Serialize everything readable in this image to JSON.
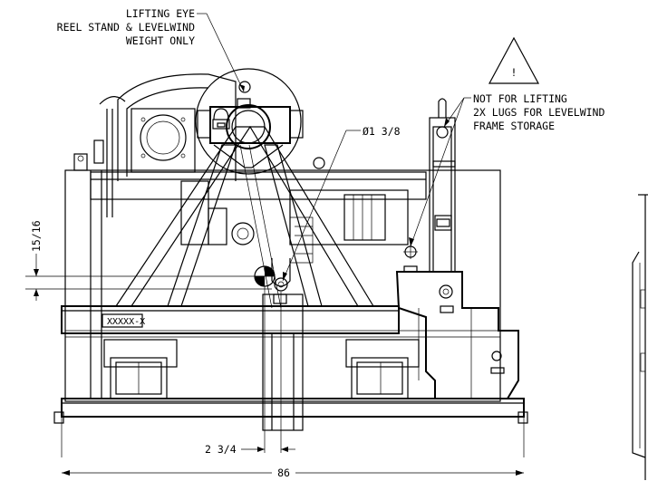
{
  "notes": {
    "lifting_eye": [
      "LIFTING EYE",
      "REEL STAND & LEVELWIND",
      "WEIGHT ONLY"
    ],
    "not_for_lifting": [
      "NOT FOR LIFTING",
      "2X LUGS FOR LEVELWIND",
      "FRAME STORAGE"
    ],
    "warning_symbol": "!"
  },
  "dimensions": {
    "diameter": "Ø1 3/8",
    "vertical_offset": "15/16",
    "horizontal_offset": "2 3/4",
    "overall_width": "86"
  },
  "plate_label": "XXXXX-X"
}
